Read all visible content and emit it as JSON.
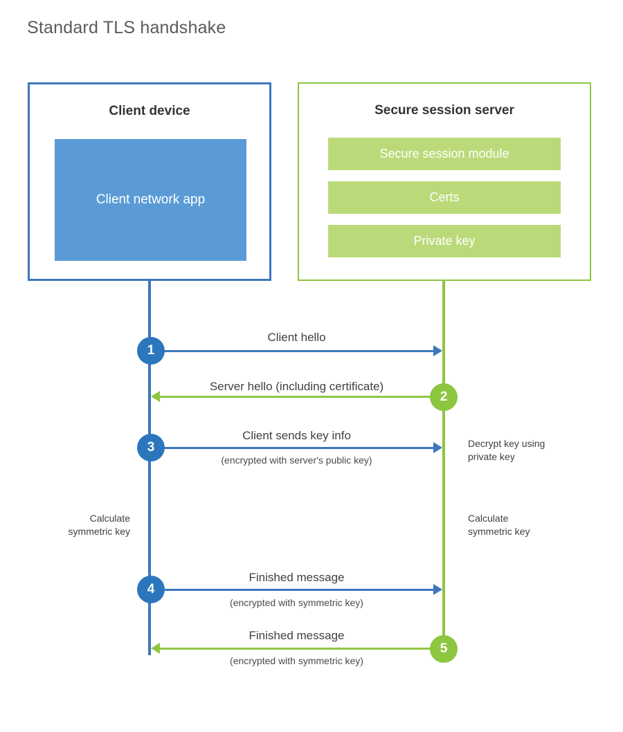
{
  "title": "Standard TLS handshake",
  "client": {
    "box_title": "Client device",
    "app_label": "Client network app",
    "border_color": "#3b77bc",
    "app_fill_color": "#5b9bd5"
  },
  "server": {
    "box_title": "Secure session server",
    "border_color": "#8dc63f",
    "bar_fill_color": "#bada79",
    "bars": [
      {
        "label": "Secure session module"
      },
      {
        "label": "Certs"
      },
      {
        "label": "Private key"
      }
    ]
  },
  "steps": [
    {
      "number": "1",
      "label": "Client hello",
      "sublabel": "",
      "direction": "client-to-server",
      "color": "#2b76bd"
    },
    {
      "number": "2",
      "label": "Server hello (including certificate)",
      "sublabel": "",
      "direction": "server-to-client",
      "color": "#8dc63f"
    },
    {
      "number": "3",
      "label": "Client sends key info",
      "sublabel": "(encrypted with server's public key)",
      "direction": "client-to-server",
      "color": "#2b76bd"
    },
    {
      "number": "4",
      "label": "Finished message",
      "sublabel": "(encrypted with symmetric key)",
      "direction": "client-to-server",
      "color": "#2b76bd"
    },
    {
      "number": "5",
      "label": "Finished message",
      "sublabel": "(encrypted with symmetric key)",
      "direction": "server-to-client",
      "color": "#8dc63f"
    }
  ],
  "notes": {
    "server_decrypt": "Decrypt key using\nprivate key",
    "client_calculate": "Calculate\nsymmetric key",
    "server_calculate": "Calculate\nsymmetric key"
  }
}
